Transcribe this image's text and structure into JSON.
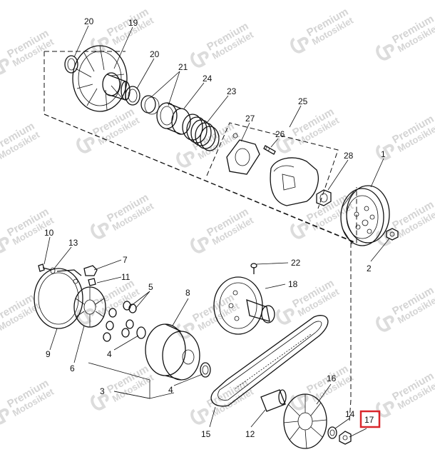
{
  "watermark": {
    "line1": "Premium",
    "line2": "Motosiklet"
  },
  "part_labels": [
    {
      "id": "20a",
      "text": "20"
    },
    {
      "id": "19",
      "text": "19"
    },
    {
      "id": "20b",
      "text": "20"
    },
    {
      "id": "21",
      "text": "21"
    },
    {
      "id": "24",
      "text": "24"
    },
    {
      "id": "23",
      "text": "23"
    },
    {
      "id": "27",
      "text": "27"
    },
    {
      "id": "25",
      "text": "25"
    },
    {
      "id": "26",
      "text": "26"
    },
    {
      "id": "28",
      "text": "28"
    },
    {
      "id": "1",
      "text": "1"
    },
    {
      "id": "2",
      "text": "2"
    },
    {
      "id": "10",
      "text": "10"
    },
    {
      "id": "13",
      "text": "13"
    },
    {
      "id": "7",
      "text": "7"
    },
    {
      "id": "11",
      "text": "11"
    },
    {
      "id": "5",
      "text": "5"
    },
    {
      "id": "8",
      "text": "8"
    },
    {
      "id": "22",
      "text": "22"
    },
    {
      "id": "18",
      "text": "18"
    },
    {
      "id": "9",
      "text": "9"
    },
    {
      "id": "6",
      "text": "6"
    },
    {
      "id": "4a",
      "text": "4"
    },
    {
      "id": "4b",
      "text": "4"
    },
    {
      "id": "3",
      "text": "3"
    },
    {
      "id": "16",
      "text": "16"
    },
    {
      "id": "14",
      "text": "14"
    },
    {
      "id": "17",
      "text": "17"
    },
    {
      "id": "15",
      "text": "15"
    },
    {
      "id": "12",
      "text": "12"
    }
  ],
  "highlight": {
    "part": "17",
    "color": "#d9262b"
  }
}
